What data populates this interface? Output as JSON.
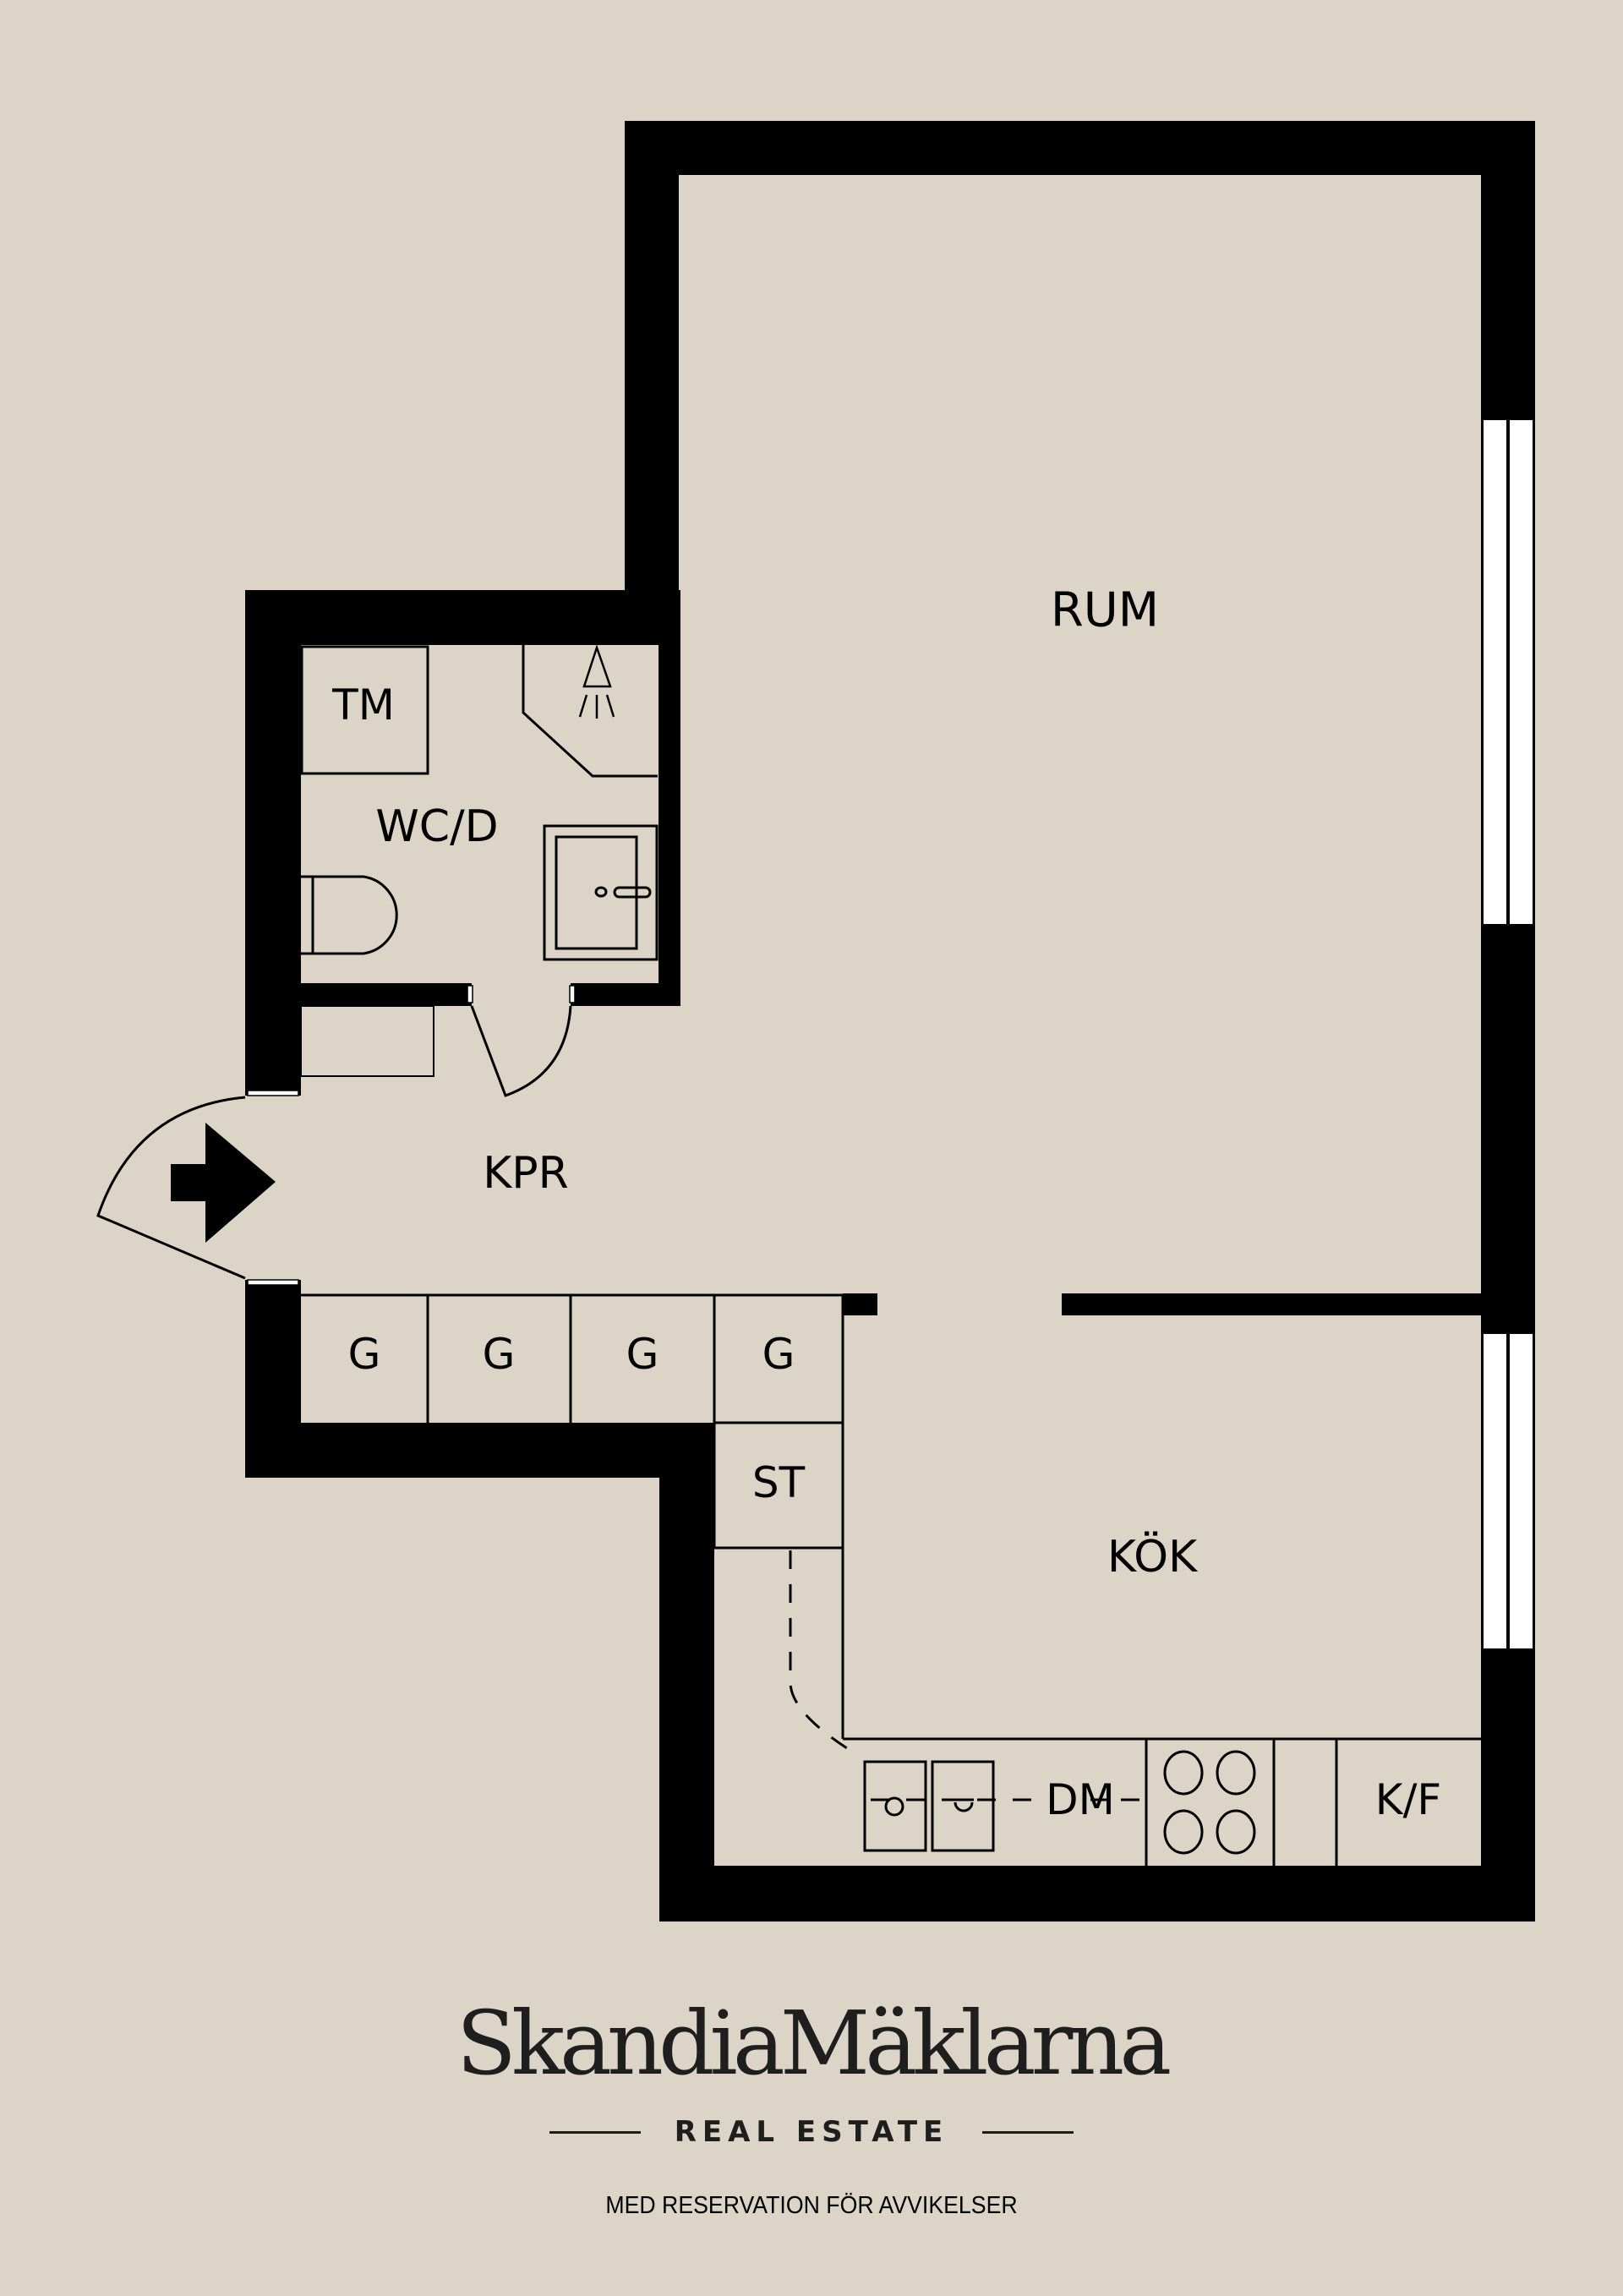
{
  "colors": {
    "background": "#ddd4c8",
    "wall": "#000000",
    "window": "#ffffff",
    "text": "#1e1e1e"
  },
  "rooms": {
    "living_room": "RUM",
    "bathroom": "WC/D",
    "hall": "KPR",
    "kitchen": "KÖK"
  },
  "fixtures": {
    "washing_machine": "TM",
    "wardrobes": [
      "G",
      "G",
      "G",
      "G"
    ],
    "storage": "ST",
    "dishwasher": "DM",
    "fridge_freezer": "K/F"
  },
  "icons": [
    "entrance-arrow-icon",
    "shower-icon",
    "toilet-icon",
    "washbasin-icon",
    "sink-icon",
    "stove-icon"
  ],
  "branding": {
    "name": "SkandiaMäklarna",
    "tagline": "REAL ESTATE",
    "disclaimer": "MED RESERVATION FÖR AVVIKELSER"
  }
}
